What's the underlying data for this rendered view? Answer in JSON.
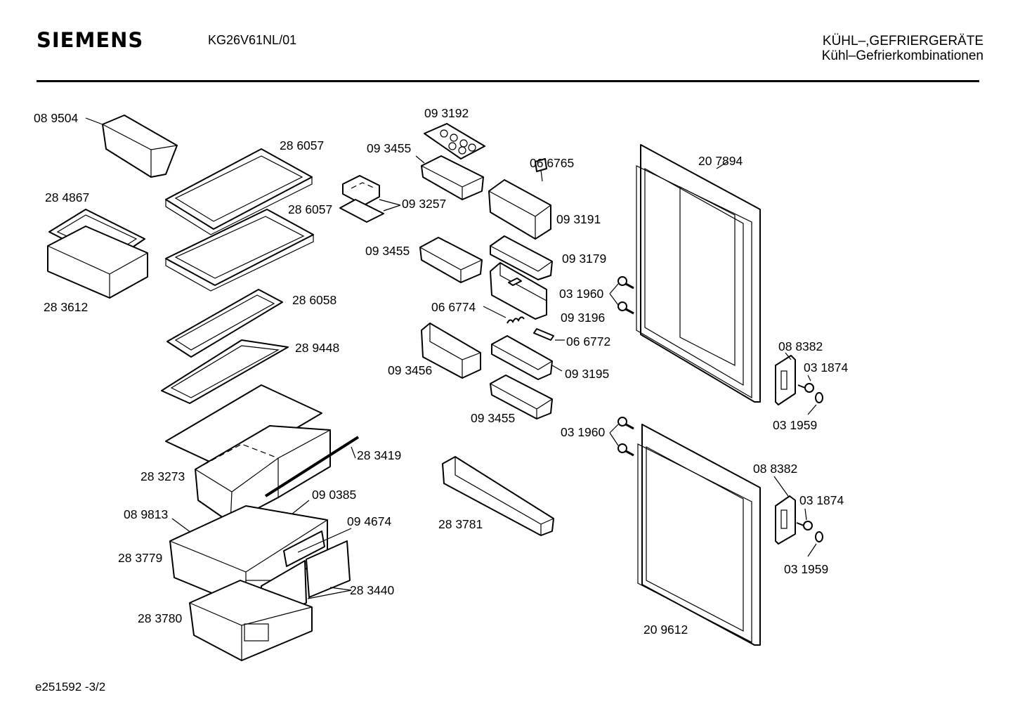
{
  "header": {
    "brand": "SIEMENS",
    "model": "KG26V61NL/01",
    "category_line1": "KÜHL–,GEFRIERGERÄTE",
    "category_line2": "Kühl–Gefrierkombinationen"
  },
  "footer": {
    "doc_ref": "e251592  -3/2"
  },
  "parts": {
    "p089504": "08 9504",
    "p286057a": "28 6057",
    "p286057b": "28 6057",
    "p284867": "28 4867",
    "p283612": "28 3612",
    "p286058": "28 6058",
    "p289448": "28 9448",
    "p283419": "28 3419",
    "p283273": "28 3273",
    "p090385": "09 0385",
    "p089813": "08 9813",
    "p094674": "09 4674",
    "p283779": "28 3779",
    "p283440": "28 3440",
    "p283780": "28 3780",
    "p093192": "09 3192",
    "p093455a": "09 3455",
    "p093257": "09 3257",
    "p066765": "06 6765",
    "p093191": "09 3191",
    "p093455b": "09 3455",
    "p093179": "09 3179",
    "p031960a": "03 1960",
    "p066774": "06 6774",
    "p093196": "09 3196",
    "p066772": "06 6772",
    "p093456": "09 3456",
    "p093195": "09 3195",
    "p093455c": "09 3455",
    "p031960b": "03 1960",
    "p283781": "28 3781",
    "p207894": "20 7894",
    "p088382a": "08 8382",
    "p031874a": "03 1874",
    "p031959a": "03 1959",
    "p088382b": "08 8382",
    "p031874b": "03 1874",
    "p031959b": "03 1959",
    "p209612": "20 9612"
  }
}
